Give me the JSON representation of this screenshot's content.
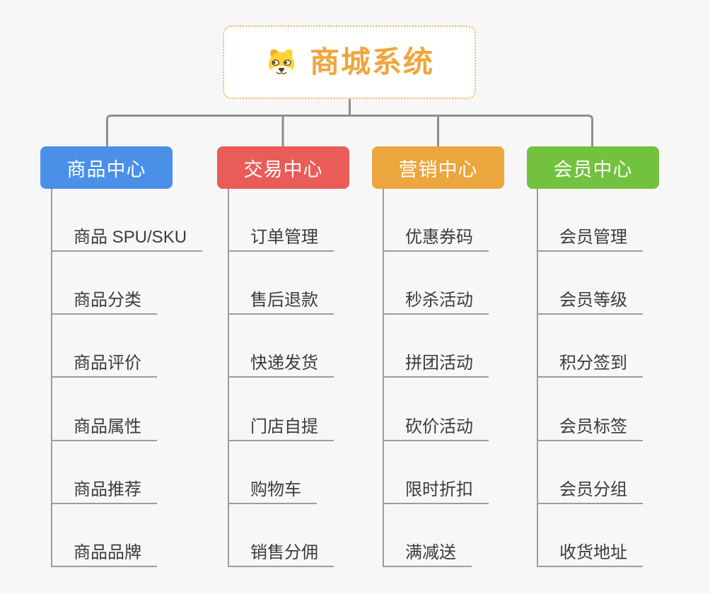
{
  "canvas": {
    "background": "#F7F7F7"
  },
  "root": {
    "title": "商城系统",
    "icon": "dog-face-icon",
    "title_color": "#F0A63C",
    "border_color": "#F2B35C",
    "background": "#FFFFFF"
  },
  "connectors": {
    "tree_line_color": "#8E8E8E",
    "leaf_line_color": "#9C9C9C"
  },
  "leaf_text_color": "#3B3B3B",
  "branches": [
    {
      "title": "商品中心",
      "color": "#4A90E8",
      "items": [
        "商品 SPU/SKU",
        "商品分类",
        "商品评价",
        "商品属性",
        "商品推荐",
        "商品品牌"
      ]
    },
    {
      "title": "交易中心",
      "color": "#E95C58",
      "items": [
        "订单管理",
        "售后退款",
        "快递发货",
        "门店自提",
        "购物车",
        "销售分佣"
      ]
    },
    {
      "title": "营销中心",
      "color": "#ECA63E",
      "items": [
        "优惠券码",
        "秒杀活动",
        "拼团活动",
        "砍价活动",
        "限时折扣",
        "满减送"
      ]
    },
    {
      "title": "会员中心",
      "color": "#72C13F",
      "items": [
        "会员管理",
        "会员等级",
        "积分签到",
        "会员标签",
        "会员分组",
        "收货地址"
      ]
    }
  ]
}
